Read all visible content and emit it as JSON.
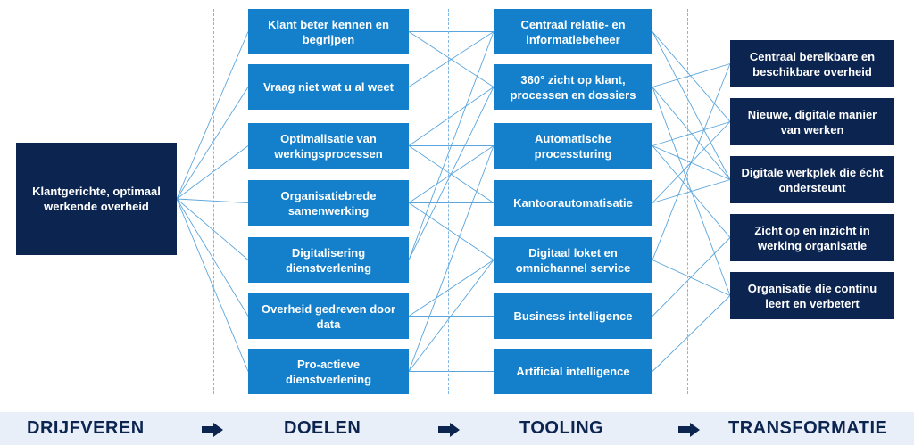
{
  "colors": {
    "dark": "#0c2450",
    "blue": "#1480cc",
    "line": "#5aa5dc"
  },
  "driver": {
    "label": "Klantgerichte, optimaal werkende overheid"
  },
  "goals": [
    {
      "label": "Klant beter kennen en begrijpen"
    },
    {
      "label": "Vraag niet wat u al weet"
    },
    {
      "label": "Optimalisatie van werkingsprocessen"
    },
    {
      "label": "Organisatiebrede samenwerking"
    },
    {
      "label": "Digitalisering dienstverlening"
    },
    {
      "label": "Overheid gedreven door data"
    },
    {
      "label": "Pro-actieve dienstverlening"
    }
  ],
  "tools": [
    {
      "label": "Centraal relatie- en informatiebeheer"
    },
    {
      "label": "360° zicht op klant, processen en dossiers"
    },
    {
      "label": "Automatische processturing"
    },
    {
      "label": "Kantoorautomatisatie"
    },
    {
      "label": "Digitaal loket en omnichannel service"
    },
    {
      "label": "Business intelligence"
    },
    {
      "label": "Artificial intelligence"
    }
  ],
  "transformations": [
    {
      "label": "Centraal bereikbare en beschikbare overheid"
    },
    {
      "label": "Nieuwe, digitale manier van werken"
    },
    {
      "label": "Digitale werkplek die écht ondersteunt"
    },
    {
      "label": "Zicht op en inzicht in werking organisatie"
    },
    {
      "label": "Organisatie die continu leert en verbetert"
    }
  ],
  "links_goal_tool": [
    [
      0,
      0
    ],
    [
      0,
      1
    ],
    [
      1,
      0
    ],
    [
      1,
      1
    ],
    [
      2,
      1
    ],
    [
      2,
      2
    ],
    [
      2,
      3
    ],
    [
      3,
      2
    ],
    [
      3,
      3
    ],
    [
      4,
      0
    ],
    [
      4,
      4
    ],
    [
      4,
      1
    ],
    [
      5,
      5
    ],
    [
      5,
      4
    ],
    [
      6,
      6
    ],
    [
      6,
      2
    ],
    [
      6,
      4
    ],
    [
      3,
      4
    ]
  ],
  "links_tool_transformation": [
    [
      0,
      1
    ],
    [
      0,
      2
    ],
    [
      1,
      0
    ],
    [
      1,
      2
    ],
    [
      2,
      1
    ],
    [
      2,
      3
    ],
    [
      3,
      1
    ],
    [
      3,
      2
    ],
    [
      4,
      0
    ],
    [
      4,
      4
    ],
    [
      5,
      3
    ],
    [
      6,
      4
    ],
    [
      1,
      4
    ],
    [
      2,
      2
    ]
  ],
  "footer": {
    "drivers": "DRIJFVEREN",
    "goals": "DOELEN",
    "tooling": "TOOLING",
    "transformation": "TRANSFORMATIE"
  },
  "icons": {
    "arrow": "arrow-right-icon"
  }
}
